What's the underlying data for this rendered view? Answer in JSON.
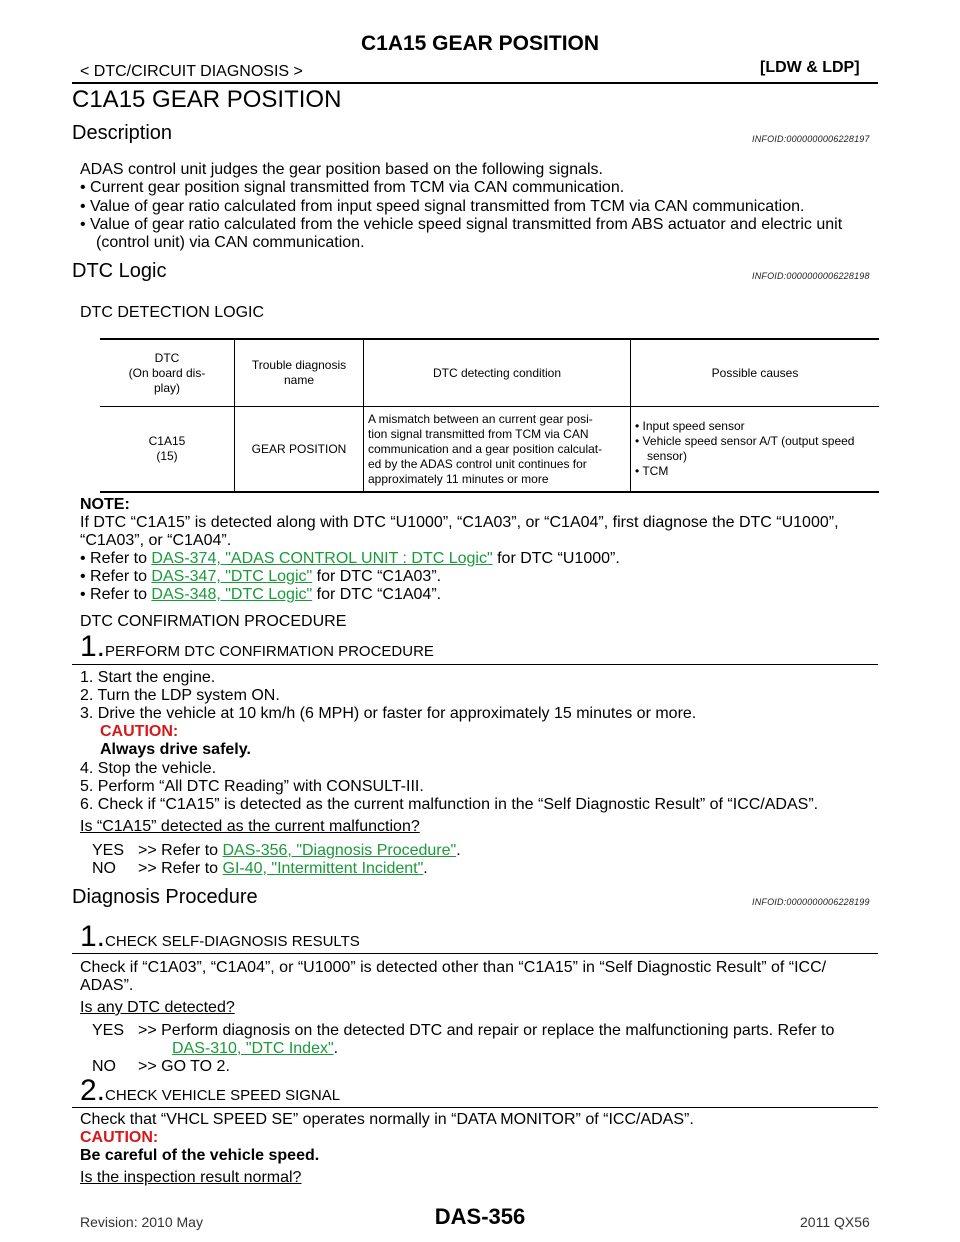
{
  "header": {
    "title": "C1A15 GEAR POSITION",
    "breadcrumb": "< DTC/CIRCUIT DIAGNOSIS >",
    "section_tag": "[LDW & LDP]"
  },
  "main_title": "C1A15 GEAR POSITION",
  "description": {
    "heading": "Description",
    "infoid": "INFOID:0000000006228197",
    "intro": "ADAS control unit judges the gear position based on the following signals.",
    "bullets": [
      "Current gear position signal transmitted from TCM via CAN communication.",
      "Value of gear ratio calculated from input speed signal transmitted from TCM via CAN communication.",
      "Value of gear ratio calculated from the vehicle speed signal transmitted from ABS actuator and electric unit",
      "(control unit) via CAN communication."
    ]
  },
  "dtc_logic": {
    "heading": "DTC Logic",
    "infoid": "INFOID:0000000006228198",
    "subheading": "DTC DETECTION LOGIC",
    "table": {
      "headers": [
        "DTC",
        "(On board dis-",
        "play)",
        "Trouble diagnosis",
        "name",
        "DTC detecting condition",
        "Possible causes"
      ],
      "row": {
        "dtc": "C1A15",
        "dtc_sub": "(15)",
        "name": "GEAR POSITION",
        "condition_lines": [
          "A mismatch between an current gear posi-",
          "tion signal transmitted from TCM via CAN",
          "communication and a gear position calculat-",
          "ed by the ADAS control unit continues for",
          "approximately 11 minutes or more"
        ],
        "causes": [
          "Input speed sensor",
          "Vehicle speed sensor A/T (output speed",
          "sensor)",
          "TCM"
        ]
      }
    },
    "note_label": "NOTE:",
    "note_line1": "If DTC “C1A15” is detected along with DTC “U1000”, “C1A03”, or “C1A04”, first diagnose the DTC “U1000”,",
    "note_line2": "“C1A03”, or “C1A04”.",
    "refer_prefix": "Refer to",
    "refs": [
      {
        "link": "DAS-374, \"ADAS CONTROL UNIT : DTC Logic\"",
        "suffix": "for DTC “U1000”."
      },
      {
        "link": "DAS-347, \"DTC Logic\"",
        "suffix": "for DTC “C1A03”."
      },
      {
        "link": "DAS-348, \"DTC Logic\"",
        "suffix": "for DTC “C1A04”."
      }
    ],
    "confirm_heading": "DTC CONFIRMATION PROCEDURE",
    "step1_num": "1.",
    "step1_title": "PERFORM DTC CONFIRMATION PROCEDURE",
    "steps": [
      "1.  Start the engine.",
      "2.  Turn the LDP system ON.",
      "3.  Drive the vehicle at 10 km/h (6 MPH) or faster for approximately 15 minutes or more.",
      "4.  Stop the vehicle.",
      "5.  Perform “All DTC Reading” with CONSULT-III.",
      "6.  Check if “C1A15” is detected as the current malfunction in the “Self Diagnostic Result” of “ICC/ADAS”."
    ],
    "caution_label": "CAUTION:",
    "caution_text": "Always drive safely.",
    "question": "Is “C1A15” detected as the current malfunction?",
    "yes_label": "YES",
    "yes_prefix": ">> Refer to",
    "yes_link": "DAS-356, \"Diagnosis Procedure\"",
    "no_label": "NO",
    "no_prefix": ">> Refer to",
    "no_link": "GI-40, \"Intermittent Incident\""
  },
  "diagnosis": {
    "heading": "Diagnosis Procedure",
    "infoid": "INFOID:0000000006228199",
    "step1_num": "1.",
    "step1_title": "CHECK SELF-DIAGNOSIS RESULTS",
    "step1_text1": "Check if “C1A03”, “C1A04”, or “U1000” is detected other than “C1A15” in “Self Diagnostic Result” of “ICC/",
    "step1_text2": "ADAS”.",
    "step1_question": "Is any DTC detected?",
    "yes_label": "YES",
    "yes_text": ">> Perform diagnosis on the detected DTC and repair or replace the malfunctioning parts. Refer to",
    "yes_link": "DAS-310, \"DTC Index\"",
    "no_label": "NO",
    "no_text": ">> GO TO 2.",
    "step2_num": "2.",
    "step2_title": "CHECK VEHICLE SPEED SIGNAL",
    "step2_text": "Check that “VHCL SPEED SE” operates normally in “DATA MONITOR” of “ICC/ADAS”.",
    "caution_label": "CAUTION:",
    "caution_text": "Be careful of the vehicle speed.",
    "question": "Is the inspection result normal?"
  },
  "footer": {
    "revision": "Revision: 2010 May",
    "page": "DAS-356",
    "model": "2011 QX56"
  }
}
